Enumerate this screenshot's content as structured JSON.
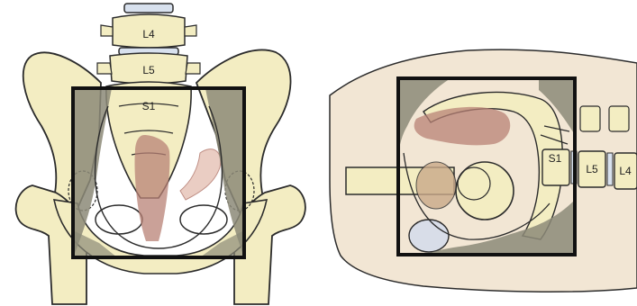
{
  "frontal_view": {
    "vertebra_labels": [
      "L4",
      "L5",
      "S1"
    ]
  },
  "lateral_view": {
    "vertebra_labels": [
      "S1",
      "L5",
      "L4"
    ]
  },
  "colors": {
    "bone": "#f3edc2",
    "outline": "#2b2b2b",
    "field_shade": "#8c8a78",
    "field_border": "#111111",
    "lesion": "#b88176",
    "soft_tissue": "#f2e6d4",
    "bladder": "#d8dde8",
    "vertebral_disc": "#d8e1ee",
    "pink_tissue": "#e8c8bd"
  }
}
